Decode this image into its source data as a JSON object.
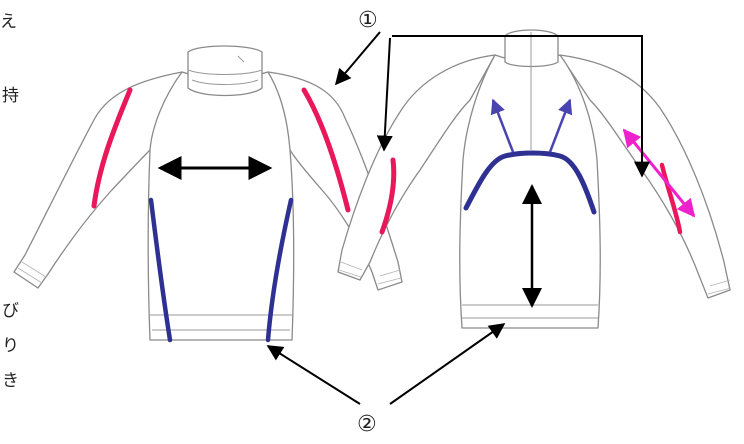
{
  "side_text": [
    "え",
    "持",
    "び",
    "り",
    "き"
  ],
  "markers": {
    "one": "①",
    "two": "②"
  },
  "colors": {
    "pink": "#e8185a",
    "navy": "#2e3192",
    "black": "#000000",
    "magenta": "#ee22cc",
    "blue_arrow": "#4a44b0",
    "outline": "#8a8a8a"
  },
  "icons": [
    "black-arrow",
    "double-arrow",
    "pink-line",
    "navy-line"
  ]
}
